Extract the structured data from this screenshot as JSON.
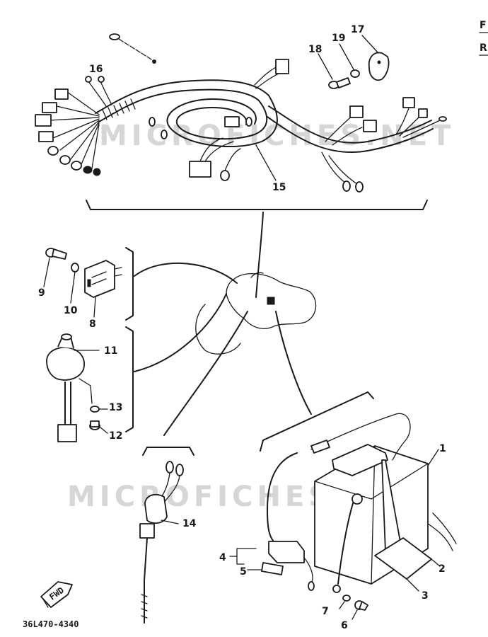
{
  "watermark": "MICROFICHES.NET",
  "diagram_code": "36L470-4340",
  "fwd_label": "FWD",
  "edge_marks": [
    "F",
    "R"
  ],
  "callouts": {
    "c1": "1",
    "c2": "2",
    "c3": "3",
    "c4": "4",
    "c5": "5",
    "c6": "6",
    "c7": "7",
    "c8": "8",
    "c9": "9",
    "c10": "10",
    "c11": "11",
    "c12": "12",
    "c13": "13",
    "c14": "14",
    "c15": "15",
    "c16": "16",
    "c17": "17",
    "c18": "18",
    "c19": "19"
  }
}
